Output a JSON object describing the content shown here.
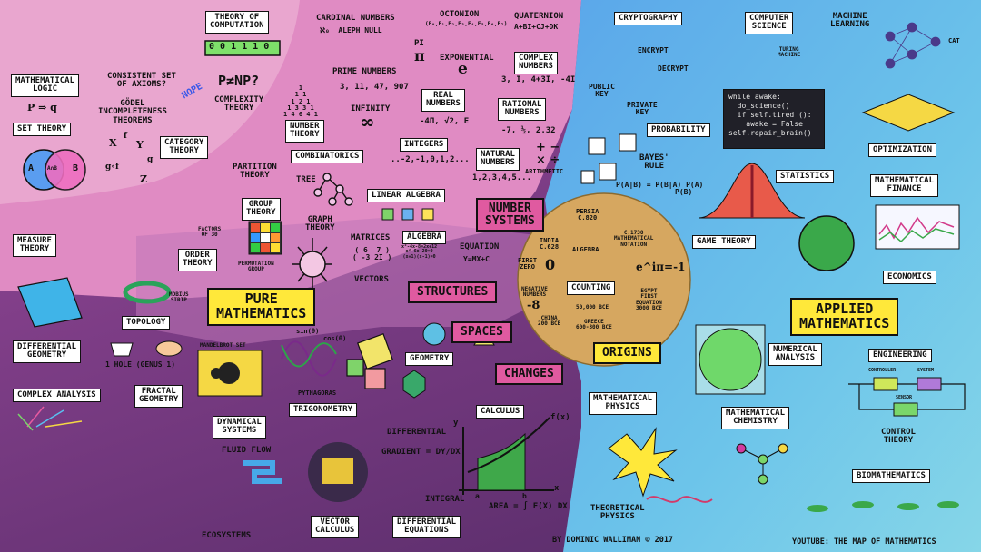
{
  "regions": {
    "pure": "PURE\nMATHEMATICS",
    "applied": "APPLIED\nMATHEMATICS",
    "number_systems": "NUMBER\nSYSTEMS",
    "structures": "STRUCTURES",
    "spaces": "SPACES",
    "changes": "CHANGES",
    "origins": "ORIGINS"
  },
  "foundations": {
    "theory_of_computation": "THEORY OF\nCOMPUTATION",
    "binary_tape": "0 0 1 1 1 0",
    "p_np": "P≠NP?",
    "complexity": "COMPLEXITY\nTHEORY",
    "mathematical_logic": "MATHEMATICAL\nLOGIC",
    "logic_formula": "P ⇒ q",
    "consistent": "CONSISTENT SET\nOF AXIOMS?",
    "nope": "NOPE",
    "godel": "GÖDEL\nINCOMPLETENESS\nTHEOREMS",
    "set_theory": "SET THEORY",
    "set_a": "A",
    "set_b": "B",
    "set_ab": "A∩B",
    "category_theory": "CATEGORY\nTHEORY",
    "cat_x": "X",
    "cat_y": "Y",
    "cat_z": "Z",
    "cat_f": "f",
    "cat_g": "g",
    "cat_gof": "g∘f"
  },
  "numbers": {
    "cardinal": "CARDINAL NUMBERS",
    "aleph": "ℵ₀  ALEPH NULL",
    "octonion": "OCTONION",
    "octonion_formula": "(e₀,e₁,e₂,e₃,e₄,e₅,e₆,e₇)",
    "quaternion": "QUATERNION",
    "quaternion_formula": "a+bi+cj+dk",
    "pi_label": "PI",
    "pi": "π",
    "exponential": "EXPONENTIAL",
    "e": "e",
    "complex": "COMPLEX\nNUMBERS",
    "complex_examples": "3, i, 4+3i, -4i",
    "prime": "PRIME NUMBERS",
    "prime_examples": "3, 11, 47, 907",
    "infinity_label": "INFINITY",
    "infinity": "∞",
    "real": "REAL\nNUMBERS",
    "real_examples": "-4π, √2, e",
    "rational": "RATIONAL\nNUMBERS",
    "rational_examples": "-7, ½, 2.32",
    "integers": "INTEGERS",
    "integer_examples": "..-2,-1,0,1,2...",
    "natural": "NATURAL\nNUMBERS",
    "natural_examples": "1,2,3,4,5...",
    "arithmetic": "ARITHMETIC",
    "arith_ops": "+ −\n× ÷"
  },
  "pure_topics": {
    "number_theory": "NUMBER\nTHEORY",
    "pascal": "1\n1 1\n1 2 1\n1 3 3 1\n1 4 6 4 1",
    "combinatorics": "COMBINATORICS",
    "partition": "PARTITION\nTHEORY",
    "tree": "TREE",
    "graph_theory": "GRAPH\nTHEORY",
    "group_theory": "GROUP\nTHEORY",
    "permutation_group": "PERMUTATION\nGROUP",
    "factors": "FACTORS\nOF 30",
    "order_theory": "ORDER\nTHEORY",
    "measure_theory": "MEASURE\nTHEORY",
    "linear_algebra": "LINEAR ALGEBRA",
    "matrices": "MATRICES",
    "matrix_example": "( 6  7 )\n( -3 2i )",
    "algebra": "ALGEBRA",
    "algebra_lines": "x²-4x-8=2x+12\nx²-6x-20=0\n(x+1)(x-1)=0",
    "equation": "EQUATION",
    "equation_formula": "y=mx+c",
    "vectors": "VECTORS",
    "topology": "TOPOLOGY",
    "mobius": "MÖBIUS\nSTRIP",
    "differential_geometry": "DIFFERENTIAL\nGEOMETRY",
    "genus": "1 HOLE (GENUS 1)",
    "mandelbrot": "MANDELBROT SET",
    "complex_analysis": "COMPLEX ANALYSIS",
    "fractal_geometry": "FRACTAL\nGEOMETRY",
    "sin": "sin(θ)",
    "cos": "cos(θ)",
    "pythagoras": "PYTHAGORAS",
    "trigonometry": "TRIGONOMETRY",
    "geometry": "GEOMETRY",
    "dynamical": "DYNAMICAL\nSYSTEMS",
    "fluid_flow": "FLUID FLOW",
    "ecosystems": "ECOSYSTEMS",
    "vector_calculus": "VECTOR\nCALCULUS",
    "calculus": "CALCULUS",
    "differential": "DIFFERENTIAL",
    "gradient": "GRADIENT = dy/dx",
    "integral": "INTEGRAL",
    "area": "AREA = ∫ f(x) dx",
    "fx": "f(x)",
    "differential_equations": "DIFFERENTIAL\nEQUATIONS",
    "axis_y": "y",
    "axis_x": "x",
    "bound_a": "a",
    "bound_b": "b"
  },
  "origins": {
    "persia": "PERSIA\nc.820",
    "india": "INDIA\nc.628",
    "algebra": "ALGEBRA",
    "first_zero": "FIRST\nZERO",
    "zero": "0",
    "notation": "c.1730\nMATHEMATICAL\nNOTATION",
    "euler": "e^iπ=-1",
    "counting": "COUNTING",
    "negative": "NEGATIVE\nNUMBERS",
    "neg_eight": "-8",
    "china": "CHINA\n200 BCE",
    "bce50000": "50,000 BCE",
    "greece": "GREECE\n600-300 BCE",
    "egypt": "EGYPT\nFIRST\nEQUATION\n3000 BCE"
  },
  "applied_topics": {
    "cryptography": "CRYPTOGRAPHY",
    "encrypt": "ENCRYPT",
    "decrypt": "DECRYPT",
    "public_key": "PUBLIC\nKEY",
    "private_key": "PRIVATE\nKEY",
    "computer_science": "COMPUTER\nSCIENCE",
    "turing": "TURING\nMACHINE",
    "machine_learning": "MACHINE\nLEARNING",
    "cat": "CAT",
    "code_lines": [
      "while awake:",
      "  do_science()",
      "  if self.tired ():",
      "    awake = False",
      "self.repair_brain()"
    ],
    "probability": "PROBABILITY",
    "bayes": "BAYES'\nRULE",
    "bayes_formula": "P(A|B) = P(B|A) P(A)\n           P(B)",
    "statistics": "STATISTICS",
    "optimization": "OPTIMIZATION",
    "mathematical_finance": "MATHEMATICAL\nFINANCE",
    "game_theory": "GAME THEORY",
    "economics": "ECONOMICS",
    "numerical_analysis": "NUMERICAL\nANALYSIS",
    "engineering": "ENGINEERING",
    "controller": "CONTROLLER",
    "system": "SYSTEM",
    "sensor": "SENSOR",
    "control_theory": "CONTROL\nTHEORY",
    "mathematical_physics": "MATHEMATICAL\nPHYSICS",
    "mathematical_chemistry": "MATHEMATICAL\nCHEMISTRY",
    "theoretical_physics": "THEORETICAL\nPHYSICS",
    "biomathematics": "BIOMATHEMATICS"
  },
  "credits": {
    "author": "BY DOMINIC WALLIMAN © 2017",
    "youtube": "YOUTUBE: THE MAP OF MATHEMATICS"
  },
  "colors": {
    "pink_region": "#e08bc3",
    "purple_region": "#a14c9c",
    "blue_region": "#5fb4e6",
    "origins_circle": "#d6a760",
    "highlight_yellow": "#ffe83a",
    "highlight_pink": "#e05aa0"
  }
}
